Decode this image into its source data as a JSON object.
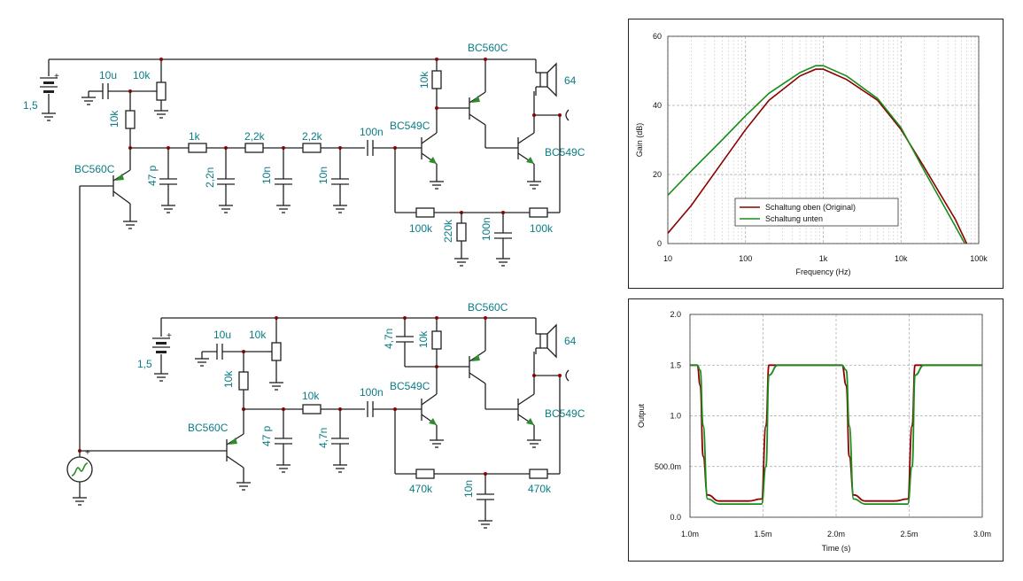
{
  "schematic_top": {
    "battery": "1,5",
    "cap_in": "10u",
    "pot": "10k",
    "r_bias": "10k",
    "r1": "1k",
    "r2": "2,2k",
    "r3": "2,2k",
    "c_47p": "47 p",
    "c_22n": "2,2n",
    "c_10n_a": "10n",
    "c_10n_b": "10n",
    "c_100n": "100n",
    "q_input": "BC560C",
    "q_driver": "BC549C",
    "q_pnp_out": "BC560C",
    "q_npn_out": "BC549C",
    "r_collector": "10k",
    "speaker": "64",
    "r_fb1": "100k",
    "r_220k": "220k",
    "c_fb": "100n",
    "r_fb2": "100k"
  },
  "schematic_bottom": {
    "battery": "1,5",
    "cap_in": "10u",
    "pot": "10k",
    "r_bias": "10k",
    "r1": "10k",
    "c_47p": "47 p",
    "c_47n_a": "4,7n",
    "c_47n_b": "4,7n",
    "c_100n": "100n",
    "q_input": "BC560C",
    "q_driver": "BC549C",
    "q_pnp_out": "BC560C",
    "q_npn_out": "BC549C",
    "r_collector": "10k",
    "speaker": "64",
    "r_fb1": "470k",
    "c_fb": "10n",
    "r_fb2": "470k"
  },
  "chart_data": [
    {
      "type": "line",
      "xlabel": "Frequency (Hz)",
      "ylabel": "Gain (dB)",
      "x_scale": "log",
      "xlim": [
        10,
        100000
      ],
      "ylim": [
        0,
        60
      ],
      "x_ticks": [
        "10",
        "100",
        "1k",
        "10k",
        "100k"
      ],
      "y_ticks": [
        "0",
        "20",
        "40",
        "60"
      ],
      "grid": true,
      "legend_position": "lower-left",
      "x": [
        10,
        20,
        50,
        100,
        200,
        500,
        800,
        1000,
        2000,
        5000,
        10000,
        20000,
        50000,
        70000
      ],
      "series": [
        {
          "name": "Schaltung oben (Original)",
          "color": "#8b0000",
          "values": [
            3,
            11,
            23.5,
            33,
            41.5,
            48.5,
            50.5,
            50.5,
            47.5,
            41.5,
            33,
            22,
            7,
            0
          ]
        },
        {
          "name": "Schaltung unten",
          "color": "#1a8c1a",
          "values": [
            14,
            21,
            30,
            37,
            43.5,
            49.5,
            51.5,
            51.5,
            48.5,
            42,
            33.5,
            21,
            5,
            -1
          ]
        }
      ]
    },
    {
      "type": "line",
      "xlabel": "Time (s)",
      "ylabel": "Output",
      "xlim": [
        1.0,
        3.0
      ],
      "ylim": [
        0,
        2.0
      ],
      "x_ticks": [
        "1.0m",
        "1.5m",
        "2.0m",
        "2.5m",
        "3.0m"
      ],
      "y_ticks": [
        "0.0",
        "500.0m",
        "1.0",
        "1.5",
        "2.0"
      ],
      "grid": true,
      "x": [
        1.0,
        1.05,
        1.07,
        1.09,
        1.12,
        1.2,
        1.4,
        1.49,
        1.52,
        1.54,
        1.6,
        2.04,
        2.07,
        2.09,
        2.12,
        2.2,
        2.4,
        2.49,
        2.52,
        2.54,
        2.6,
        3.0
      ],
      "series": [
        {
          "name": "Schaltung oben (Original)",
          "color": "#8b0000",
          "values": [
            1.5,
            1.5,
            1.3,
            0.6,
            0.22,
            0.16,
            0.16,
            0.18,
            0.9,
            1.5,
            1.5,
            1.5,
            1.3,
            0.6,
            0.22,
            0.16,
            0.16,
            0.18,
            0.9,
            1.5,
            1.5,
            1.5
          ]
        },
        {
          "name": "Schaltung unten",
          "color": "#1a8c1a",
          "values": [
            1.5,
            1.5,
            1.45,
            0.9,
            0.18,
            0.13,
            0.13,
            0.13,
            0.5,
            1.4,
            1.5,
            1.5,
            1.45,
            0.9,
            0.18,
            0.13,
            0.13,
            0.13,
            0.5,
            1.4,
            1.5,
            1.5
          ]
        }
      ]
    }
  ]
}
